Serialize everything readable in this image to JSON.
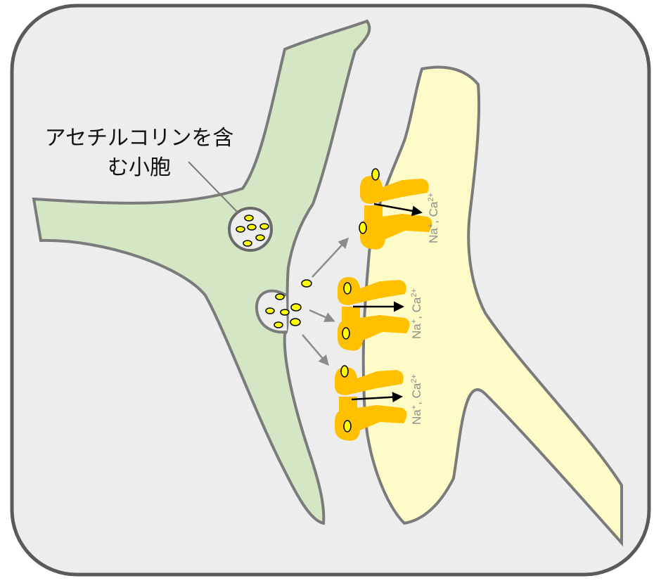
{
  "diagram": {
    "vesicle_label": "アセチルコリンを含む小胞",
    "vesicle_label_line1": "アセチルコリンを含",
    "vesicle_label_line2": "む小胞",
    "ion_label_main": "Na",
    "ion_label_sup1": "+",
    "ion_label_sep": ", Ca",
    "ion_label_sup2": "2+"
  },
  "colors": {
    "panel_fill": "#ededed",
    "panel_stroke": "#5a5a5a",
    "presynaptic_fill": "#d5e6c5",
    "postsynaptic_fill": "#fdfbc8",
    "membrane_stroke": "#7b7b7b",
    "receptor_fill": "#ffc000",
    "acetylcholine_fill": "#ffff00",
    "arrow_gray": "#8c8c8c",
    "ion_text": "#8c8c8c"
  }
}
